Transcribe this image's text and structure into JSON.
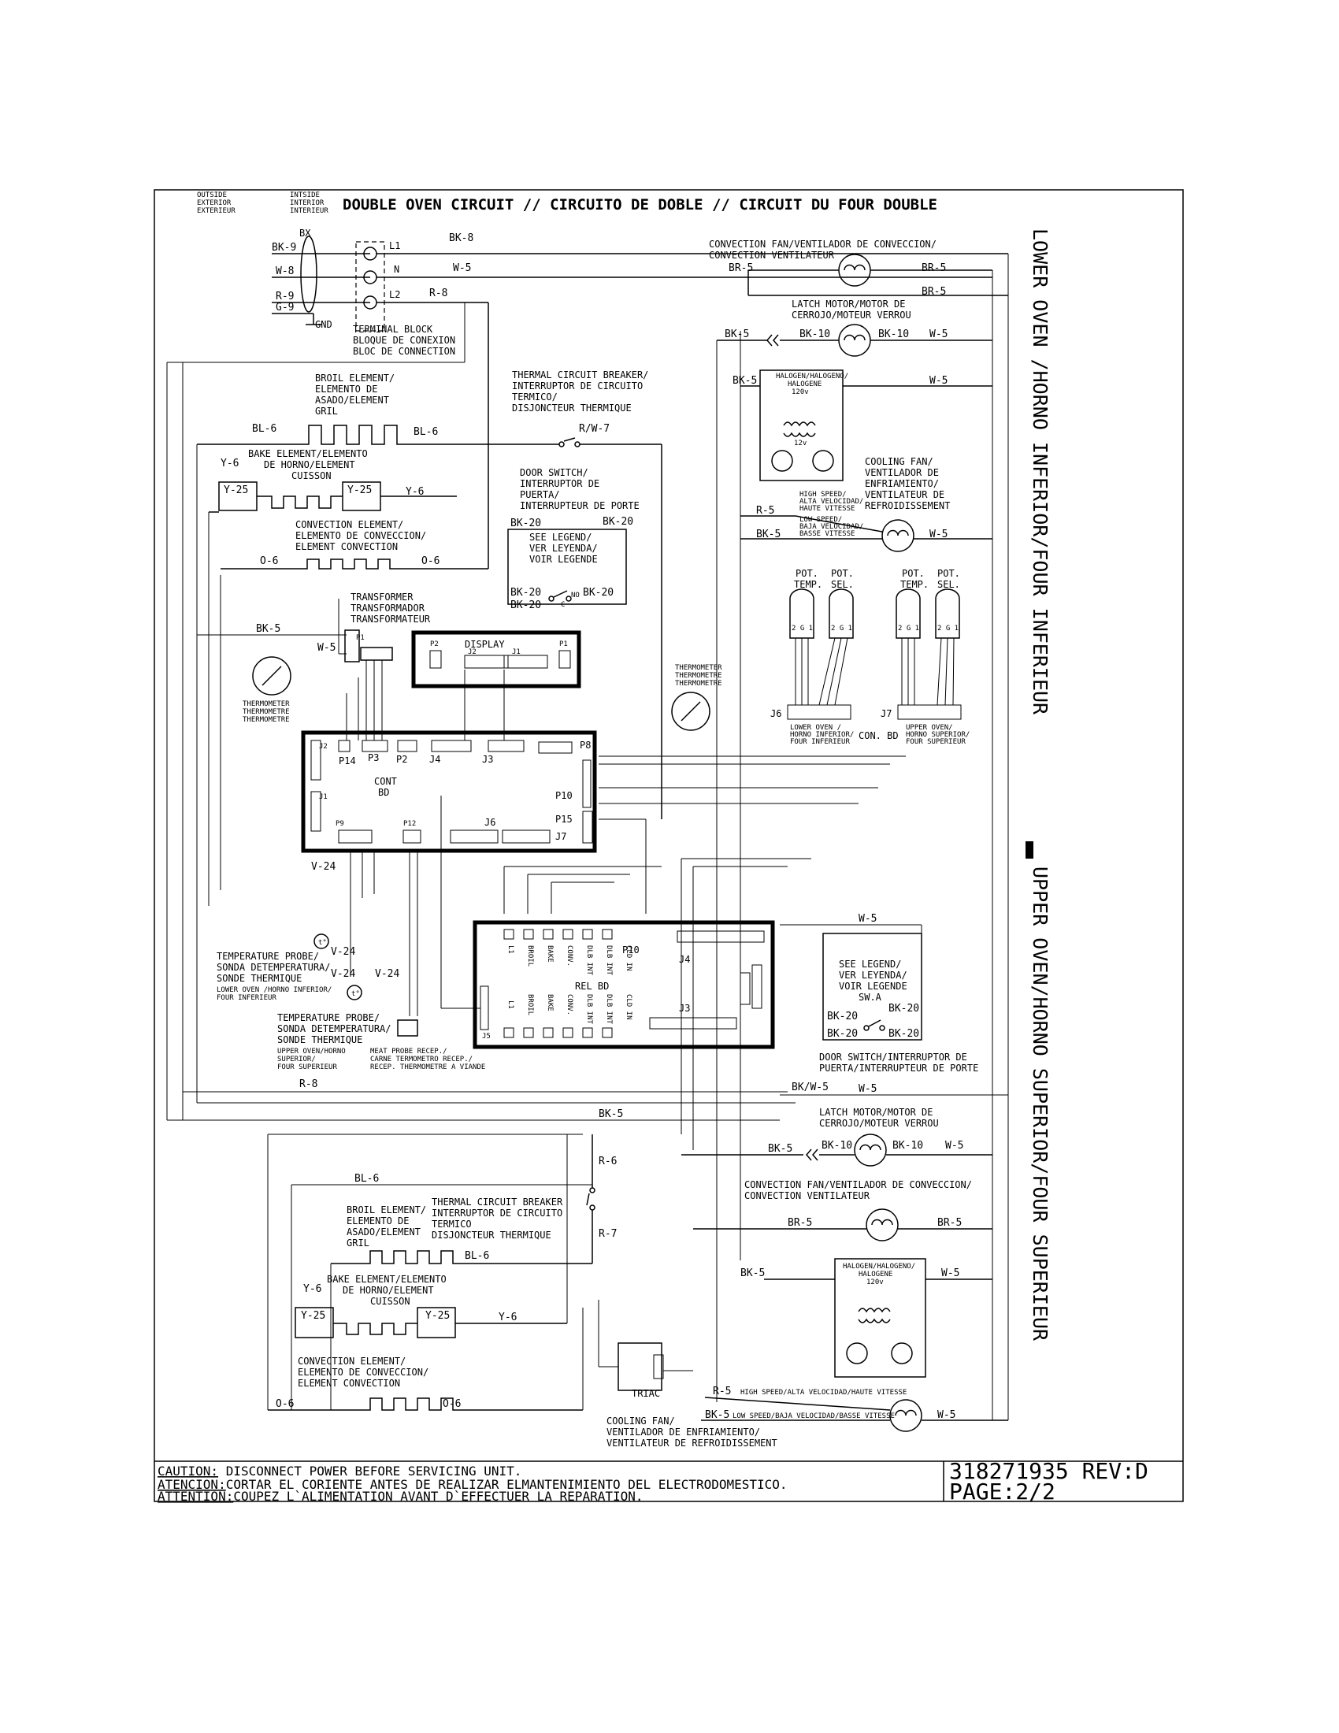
{
  "header": {
    "outside": [
      "OUTSIDE",
      "EXTERIOR",
      "EXTERIEUR"
    ],
    "inside": [
      "INTSIDE",
      "INTERIOR",
      "INTERIEUR"
    ],
    "title": "DOUBLE OVEN CIRCUIT // CIRCUITO DE DOBLE // CIRCUIT DU FOUR DOUBLE"
  },
  "side_label": {
    "lower": "LOWER OVEN /HORNO INFERIOR/FOUR INFERIEUR",
    "upper": "UPPER OVEN/HORNO SUPERIOR/FOUR SUPERIEUR"
  },
  "terminal": {
    "bx": "BX",
    "l1": "L1",
    "n": "N",
    "l2": "L2",
    "gnd": "GND",
    "wires": [
      "BK-9",
      "W-8",
      "R-9",
      "G-9"
    ],
    "caption": [
      "TERMINAL BLOCK",
      "BLOQUE DE CONEXION",
      "BLOC DE CONNECTION"
    ],
    "out": [
      "BK-8",
      "W-5",
      "R-8"
    ]
  },
  "lower": {
    "broil": [
      "BROIL ELEMENT/",
      "ELEMENTO DE",
      "ASADO/ELEMENT",
      "GRIL"
    ],
    "bl6a": "BL-6",
    "bl6b": "BL-6",
    "bake": [
      "BAKE ELEMENT/ELEMENTO",
      "DE HORNO/ELEMENT",
      "CUISSON"
    ],
    "y6a": "Y-6",
    "y25a": "Y-25",
    "y25b": "Y-25",
    "y6b": "Y-6",
    "conv": [
      "CONVECTION ELEMENT/",
      "ELEMENTO DE CONVECCION/",
      "ELEMENT CONVECTION"
    ],
    "o6a": "O-6",
    "o6b": "O-6",
    "tcb": [
      "THERMAL CIRCUIT BREAKER/",
      "INTERRUPTOR DE CIRCUITO",
      "TERMICO/",
      "DISJONCTEUR THERMIQUE"
    ],
    "rw7": "R/W-7",
    "door": [
      "DOOR SWITCH/",
      "INTERRUPTOR DE",
      "PUERTA/",
      "INTERRUPTEUR DE PORTE"
    ],
    "bk20a": "BK-20",
    "bk20b": "BK-20",
    "legend": [
      "SEE LEGEND/",
      "VER LEYENDA/",
      "VOIR LEGENDE"
    ],
    "bk20c": "BK-20",
    "bk20d": "BK-20",
    "bk20e": "BK-20",
    "no": "NO",
    "c": "C",
    "transformer": [
      "TRANSFORMER",
      "TRANSFORMADOR",
      "TRANSFORMATEUR"
    ],
    "bk5": "BK-5",
    "w5": "W-5",
    "p1": "P1",
    "thermo": [
      "THERMOMETER",
      "THERMOMETRE",
      "THERMOMETRE"
    ]
  },
  "display": {
    "title": "DISPLAY",
    "p2": "P2",
    "p1": "P1",
    "j2": "J2",
    "j1": "J1",
    "one": "1"
  },
  "cont": {
    "name": [
      "CONT",
      "BD"
    ],
    "pins": [
      "P14",
      "P3",
      "P2",
      "J4",
      "J3",
      "P8",
      "P10",
      "P15",
      "J6",
      "J7",
      "P9",
      "P12",
      "J2",
      "J1"
    ],
    "v24": "V-24"
  },
  "probes": {
    "lower": [
      "TEMPERATURE PROBE/",
      "SONDA DETEMPERATURA/",
      "SONDE THERMIQUE"
    ],
    "lower_note": [
      "LOWER OVEN /HORNO INFERIOR/",
      "FOUR INFERIEUR"
    ],
    "upper": [
      "TEMPERATURE PROBE/",
      "SONDA DETEMPERATURA/",
      "SONDE THERMIQUE"
    ],
    "upper_note": [
      "UPPER OVEN/HORNO",
      "SUPERIOR/",
      "FOUR SUPERIEUR"
    ],
    "v24a": "V-24",
    "v24b": "V-24",
    "v24c": "V-24",
    "meat": [
      "MEAT PROBE RECEP./",
      "CARNE TERMOMETRO RECEP./",
      "RECEP. THERMOMETRE A VIANDE"
    ],
    "r8": "R-8"
  },
  "rel": {
    "name": "REL BD",
    "top_pins": [
      "L1",
      "BROIL",
      "BAKE",
      "CONV.",
      "DLB INT",
      "DLB INT",
      "CLD IN"
    ],
    "bot_pins": [
      "L1",
      "BROIL",
      "BAKE",
      "CONV.",
      "DLB INT",
      "DLB INT",
      "CLD IN"
    ],
    "p10": "P10",
    "j4": "J4",
    "j3": "J3",
    "j5": "J5",
    "one": "1"
  },
  "right_lower": {
    "conv_fan": [
      "CONVECTION FAN/VENTILADOR DE CONVECCION/",
      "CONVECTION VENTILATEUR"
    ],
    "br5a": "BR-5",
    "br5b": "BR-5",
    "br5c": "BR-5",
    "latch": [
      "LATCH MOTOR/MOTOR DE",
      "CERROJO/MOTEUR VERROU"
    ],
    "bk5": "BK-5",
    "bk10a": "BK-10",
    "bk10b": "BK-10",
    "w5a": "W-5",
    "bk5b": "BK-5",
    "w5b": "W-5",
    "halogen": [
      "HALOGEN/HALOGENO/",
      "HALOGENE",
      "120v"
    ],
    "v12": "12v",
    "cooling": [
      "COOLING FAN/",
      "VENTILADOR DE",
      "ENFRIAMIENTO/",
      "VENTILATEUR DE",
      "REFROIDISSEMENT"
    ],
    "high": [
      "HIGH SPEED/",
      "ALTA VELOCIDAD/",
      "HAUTE VITESSE"
    ],
    "low": [
      "LOW SPEED/",
      "BAJA VELOCIDAD/",
      "BASSE VITESSE"
    ],
    "r5": "R-5",
    "bk5c": "BK-5",
    "w5c": "W-5"
  },
  "pots": {
    "labels": [
      "POT.",
      "POT.",
      "POT.",
      "POT."
    ],
    "sub": [
      "TEMP.",
      "SEL.",
      "TEMP.",
      "SEL."
    ],
    "pins": "2 G 1",
    "j6": "J6",
    "j7": "J7",
    "conbd": "CON. BD",
    "lower_note": [
      "LOWER OVEN /",
      "HORNO INFERIOR/",
      "FOUR INFERIEUR"
    ],
    "upper_note": [
      "UPPER OVEN/",
      "HORNO SUPERIOR/",
      "FOUR SUPERIEUR"
    ]
  },
  "thermo2": [
    "THERMOMETER",
    "THERMOMETRE",
    "THERMOMETRE"
  ],
  "upper_switch": {
    "w5": "W-5",
    "legend": [
      "SEE LEGEND/",
      "VER LEYENDA/",
      "VOIR LEGENDE",
      "SW.A"
    ],
    "bk20a": "BK-20",
    "bk20b": "BK-20",
    "bk20c": "BK-20",
    "bk20d": "BK-20",
    "caption": [
      "DOOR SWITCH/INTERRUPTOR DE",
      "PUERTA/INTERRUPTEUR DE PORTE"
    ],
    "bkw5": "BK/W-5",
    "w5b": "W-5"
  },
  "right_upper": {
    "latch": [
      "LATCH MOTOR/MOTOR DE",
      "CERROJO/MOTEUR VERROU"
    ],
    "bk5": "BK-5",
    "bk10a": "BK-10",
    "bk10b": "BK-10",
    "w5": "W-5",
    "conv_fan": [
      "CONVECTION FAN/VENTILADOR DE CONVECCION/",
      "CONVECTION VENTILATEUR"
    ],
    "br5a": "BR-5",
    "br5b": "BR-5",
    "halogen": [
      "HALOGEN/HALOGENO/",
      "HALOGENE",
      "120v"
    ],
    "bk5b": "BK-5",
    "w5b": "W-5",
    "r5": "R-5",
    "high": "HIGH SPEED/ALTA VELOCIDAD/HAUTE VITESSE",
    "bk5c": "BK-5",
    "low": "LOW SPEED/BAJA VELOCIDAD/BASSE VITESSE",
    "w5c": "W-5"
  },
  "upper": {
    "bk5": "BK-5",
    "r6": "R-6",
    "r7": "R-7",
    "bl6a": "BL-6",
    "bl6b": "BL-6",
    "tcb": [
      "THERMAL CIRCUIT BREAKER",
      "INTERRUPTOR DE CIRCUITO",
      "TERMICO",
      "DISJONCTEUR THERMIQUE"
    ],
    "broil": [
      "BROIL ELEMENT/",
      "ELEMENTO DE",
      "ASADO/ELEMENT",
      "GRIL"
    ],
    "bake": [
      "BAKE ELEMENT/ELEMENTO",
      "DE HORNO/ELEMENT",
      "CUISSON"
    ],
    "y6a": "Y-6",
    "y25a": "Y-25",
    "y25b": "Y-25",
    "y6b": "Y-6",
    "conv": [
      "CONVECTION ELEMENT/",
      "ELEMENTO DE CONVECCION/",
      "ELEMENT CONVECTION"
    ],
    "o6a": "O-6",
    "o6b": "O-6",
    "triac": "TRIAC",
    "cooling": [
      "COOLING FAN/",
      "VENTILADOR DE ENFRIAMIENTO/",
      "VENTILATEUR DE REFROIDISSEMENT"
    ]
  },
  "footer": {
    "caution_k": "CAUTION:",
    "caution": " DISCONNECT POWER BEFORE SERVICING UNIT.",
    "atencion_k": "ATENCION:",
    "atencion": "CORTAR EL CORIENTE ANTES DE REALIZAR ELMANTENIMIENTO DEL ELECTRODOMESTICO.",
    "attention_k": "ATTENTION:",
    "attention": "COUPEZ L`ALIMENTATION AVANT D`EFFECTUER LA REPARATION.",
    "part": "318271935 REV:D",
    "page": "PAGE:2/2"
  }
}
